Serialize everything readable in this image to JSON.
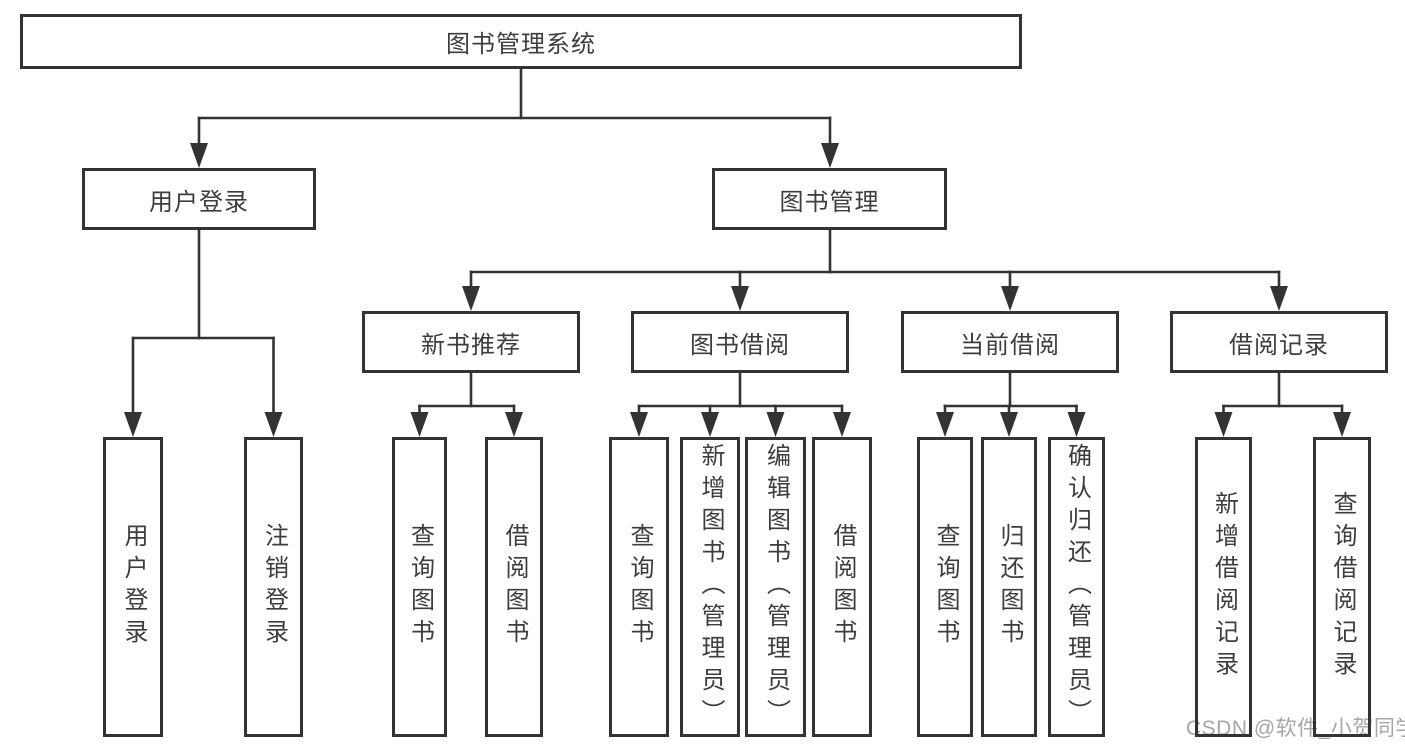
{
  "colors": {
    "line": "#333333",
    "text": "#3d3d3d",
    "watermark": "#a6a6a6",
    "background": "#ffffff"
  },
  "diagram": {
    "root": "图书管理系统",
    "branches": [
      {
        "label": "用户登录",
        "leaves": [
          "用户登录",
          "注销登录"
        ]
      },
      {
        "label": "图书管理",
        "groups": [
          {
            "label": "新书推荐",
            "leaves": [
              "查询图书",
              "借阅图书"
            ]
          },
          {
            "label": "图书借阅",
            "leaves": [
              "查询图书",
              "新增图书（管理员）",
              "编辑图书（管理员）",
              "借阅图书"
            ]
          },
          {
            "label": "当前借阅",
            "leaves": [
              "查询图书",
              "归还图书",
              "确认归还（管理员）"
            ]
          },
          {
            "label": "借阅记录",
            "leaves": [
              "新增借阅记录",
              "查询借阅记录"
            ]
          }
        ]
      }
    ]
  },
  "watermark": {
    "text": "CSDN @软件_小贺同学"
  }
}
